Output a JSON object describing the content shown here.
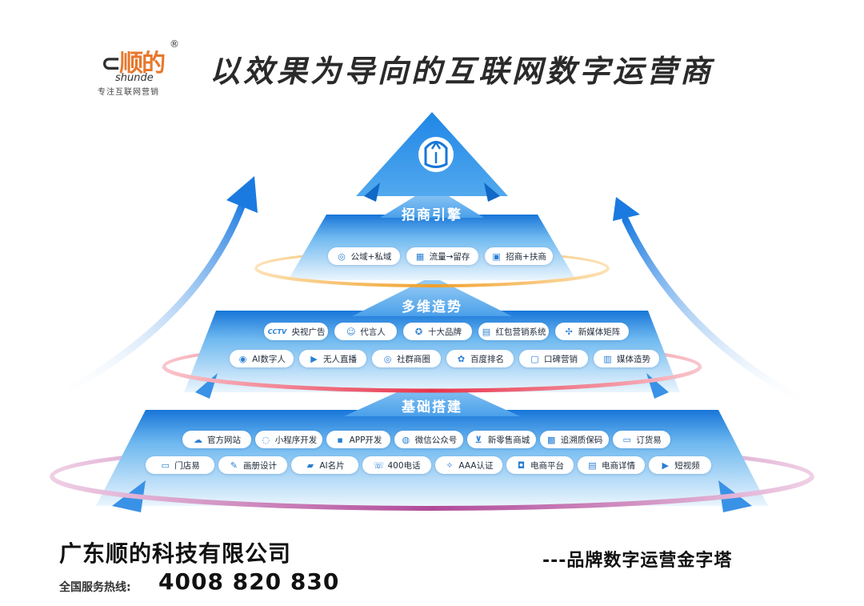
{
  "header": {
    "logo_text_a": "顺",
    "logo_text_b": "的",
    "logo_reg": "®",
    "logo_latin": "shunde",
    "logo_tagline": "专注互联网营销",
    "slogan": "以效果为导向的互联网数字运营商"
  },
  "pyramid": {
    "top_icon": "shield-crown-icon",
    "tier1": {
      "title": "招商引擎",
      "chips": [
        {
          "label": "公域+私域",
          "icon": "globe-icon"
        },
        {
          "label": "流量→留存",
          "icon": "grid-icon"
        },
        {
          "label": "招商+扶商",
          "icon": "store-icon"
        }
      ]
    },
    "tier2": {
      "title": "多维造势",
      "row1": [
        {
          "label": "央视广告",
          "icon": "cctv-icon",
          "glyph": "CCTV"
        },
        {
          "label": "代言人",
          "icon": "person-icon"
        },
        {
          "label": "十大品牌",
          "icon": "medal-icon"
        },
        {
          "label": "红包营销系统",
          "icon": "redpacket-icon"
        },
        {
          "label": "新媒体矩阵",
          "icon": "network-icon"
        }
      ],
      "row2": [
        {
          "label": "AI数字人",
          "icon": "ai-avatar-icon"
        },
        {
          "label": "无人直播",
          "icon": "live-icon"
        },
        {
          "label": "社群商圈",
          "icon": "community-icon"
        },
        {
          "label": "百度排名",
          "icon": "baidu-icon"
        },
        {
          "label": "口碑营销",
          "icon": "chat-icon"
        },
        {
          "label": "媒体造势",
          "icon": "media-icon"
        }
      ]
    },
    "tier3": {
      "title": "基础搭建",
      "row1": [
        {
          "label": "官方网站",
          "icon": "cloud-icon"
        },
        {
          "label": "小程序开发",
          "icon": "miniprogram-icon"
        },
        {
          "label": "APP开发",
          "icon": "app-icon"
        },
        {
          "label": "微信公众号",
          "icon": "wechat-icon"
        },
        {
          "label": "新零售商城",
          "icon": "cart-icon"
        },
        {
          "label": "追溯质保码",
          "icon": "qrcode-icon"
        },
        {
          "label": "订货易",
          "icon": "order-icon"
        }
      ],
      "row2": [
        {
          "label": "门店易",
          "icon": "shop-icon"
        },
        {
          "label": "画册设计",
          "icon": "brush-icon"
        },
        {
          "label": "AI名片",
          "icon": "card-icon"
        },
        {
          "label": "400电话",
          "icon": "phone-icon"
        },
        {
          "label": "AAA认证",
          "icon": "certificate-icon"
        },
        {
          "label": "电商平台",
          "icon": "bag-icon"
        },
        {
          "label": "电商详情",
          "icon": "doc-icon"
        },
        {
          "label": "短视频",
          "icon": "video-icon"
        }
      ]
    }
  },
  "colors": {
    "pyramid_top": "#1677d9",
    "pyramid_light": "#d6ebfb",
    "ring_orange": "#f0a02a",
    "ring_red": "#e8334a",
    "ring_purple": "#b04a9a",
    "arrow_blue": "#1a7ae0"
  },
  "footer": {
    "company": "广东顺的科技有限公司",
    "hotline_label": "全国服务热线:",
    "hotline": "4008 820 830",
    "caption": "---品牌数字运营金字塔"
  }
}
